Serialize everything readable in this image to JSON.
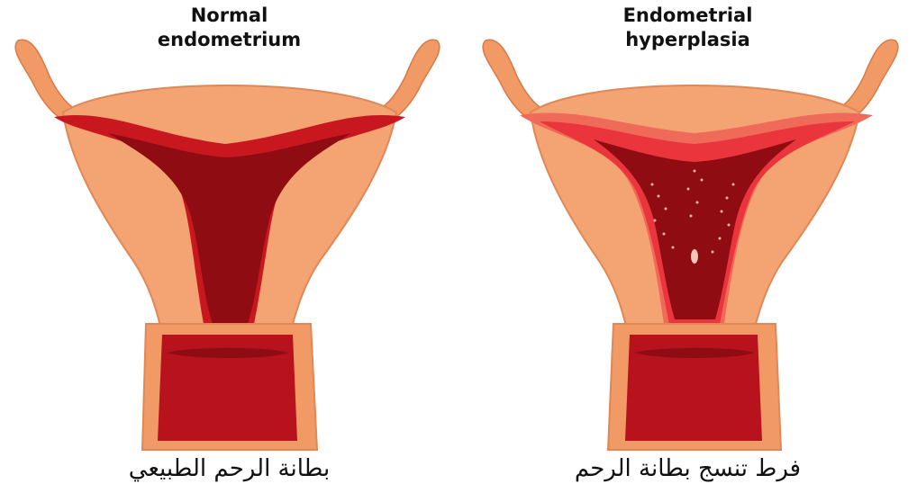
{
  "panels": [
    {
      "title_line1": "Normal",
      "title_line2": "endometrium",
      "caption": "بطانة الرحم الطبيعي"
    },
    {
      "title_line1": "Endometrial",
      "title_line2": "hyperplasia",
      "caption": "فرط تنسج بطانة الرحم"
    }
  ],
  "colors": {
    "tube": "#f29a66",
    "muscle": "#f4a373",
    "muscle_dark": "#e08757",
    "lining": "#c8171e",
    "cavity": "#8f0c12",
    "cervix": "#b8131c",
    "thick_lining": "#e9353b"
  }
}
